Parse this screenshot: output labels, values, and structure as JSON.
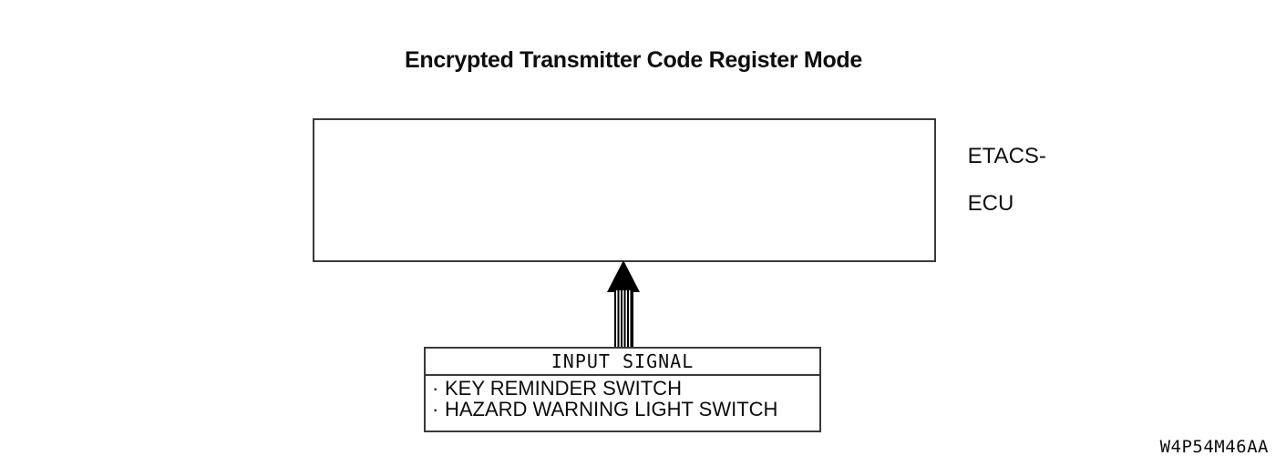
{
  "diagram": {
    "title": "Encrypted Transmitter Code Register Mode",
    "ecu_box": {
      "label_line1": "ETACS-",
      "label_line2": "ECU"
    },
    "arrow": {
      "direction": "up",
      "style": "striped-shaft-solid-head"
    },
    "input_signal_box": {
      "header": "INPUT SIGNAL",
      "bullet": "·",
      "items": [
        "KEY REMINDER SWITCH",
        "HAZARD WARNING LIGHT SWITCH"
      ]
    },
    "figure_code": "W4P54M46AA",
    "colors": {
      "background": "#ffffff",
      "line": "#3a3a3a",
      "arrow": "#000000",
      "text": "#000000"
    }
  }
}
